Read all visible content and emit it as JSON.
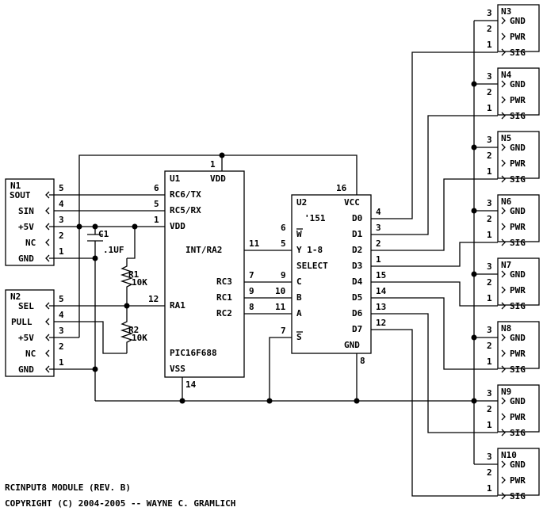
{
  "title_block": {
    "line1": "RCINPUT8 MODULE (REV. B)",
    "line2": "COPYRIGHT (C) 2004-2005 -- WAYNE C. GRAMLICH"
  },
  "n1": {
    "ref": "N1",
    "pins": [
      {
        "num": "5",
        "name": "SOUT"
      },
      {
        "num": "4",
        "name": "SIN"
      },
      {
        "num": "3",
        "name": "+5V"
      },
      {
        "num": "2",
        "name": "NC"
      },
      {
        "num": "1",
        "name": "GND"
      }
    ]
  },
  "n2": {
    "ref": "N2",
    "pins": [
      {
        "num": "5",
        "name": "SEL"
      },
      {
        "num": "4",
        "name": "PULL"
      },
      {
        "num": "3",
        "name": "+5V"
      },
      {
        "num": "2",
        "name": "NC"
      },
      {
        "num": "1",
        "name": "GND"
      }
    ]
  },
  "c1": {
    "ref": "C1",
    "value": ".1UF"
  },
  "r1": {
    "ref": "R1",
    "value": "10K"
  },
  "r2": {
    "ref": "R2",
    "value": "10K"
  },
  "u1": {
    "ref": "U1",
    "part": "PIC16F688",
    "vdd_top": "VDD",
    "vss": "VSS",
    "pin_top": "1",
    "pin_bottom": "14",
    "left_pins": [
      {
        "num": "6",
        "name": "RC6/TX"
      },
      {
        "num": "5",
        "name": "RC5/RX"
      },
      {
        "num": "1",
        "name": "VDD"
      },
      {
        "num": "12",
        "name": "RA1"
      }
    ],
    "right_pins": [
      {
        "num": "11",
        "name": "INT/RA2"
      },
      {
        "num": "7",
        "name": "RC3"
      },
      {
        "num": "9",
        "name": "RC1"
      },
      {
        "num": "8",
        "name": "RC2"
      }
    ]
  },
  "u2": {
    "ref": "U2",
    "part": "'151",
    "vcc": "VCC",
    "gnd": "GND",
    "pin_vcc": "16",
    "pin_gnd": "8",
    "w_label": "W",
    "y_label": "Y 1-8",
    "select_label": "SELECT",
    "left_pins": [
      {
        "num": "6",
        "name": "W"
      },
      {
        "num": "5",
        "name": "Y"
      },
      {
        "num": "9",
        "name": "C"
      },
      {
        "num": "10",
        "name": "B"
      },
      {
        "num": "11",
        "name": "A"
      },
      {
        "num": "7",
        "name": "S"
      }
    ],
    "right_pins": [
      {
        "num": "4",
        "name": "D0"
      },
      {
        "num": "3",
        "name": "D1"
      },
      {
        "num": "2",
        "name": "D2"
      },
      {
        "num": "1",
        "name": "D3"
      },
      {
        "num": "15",
        "name": "D4"
      },
      {
        "num": "14",
        "name": "D5"
      },
      {
        "num": "13",
        "name": "D6"
      },
      {
        "num": "12",
        "name": "D7"
      }
    ]
  },
  "servo_connectors": [
    {
      "ref": "N3"
    },
    {
      "ref": "N4"
    },
    {
      "ref": "N5"
    },
    {
      "ref": "N6"
    },
    {
      "ref": "N7"
    },
    {
      "ref": "N8"
    },
    {
      "ref": "N9"
    },
    {
      "ref": "N10"
    }
  ],
  "servo_pins": [
    {
      "num": "3",
      "name": "GND"
    },
    {
      "num": "2",
      "name": "PWR"
    },
    {
      "num": "1",
      "name": "SIG"
    }
  ]
}
